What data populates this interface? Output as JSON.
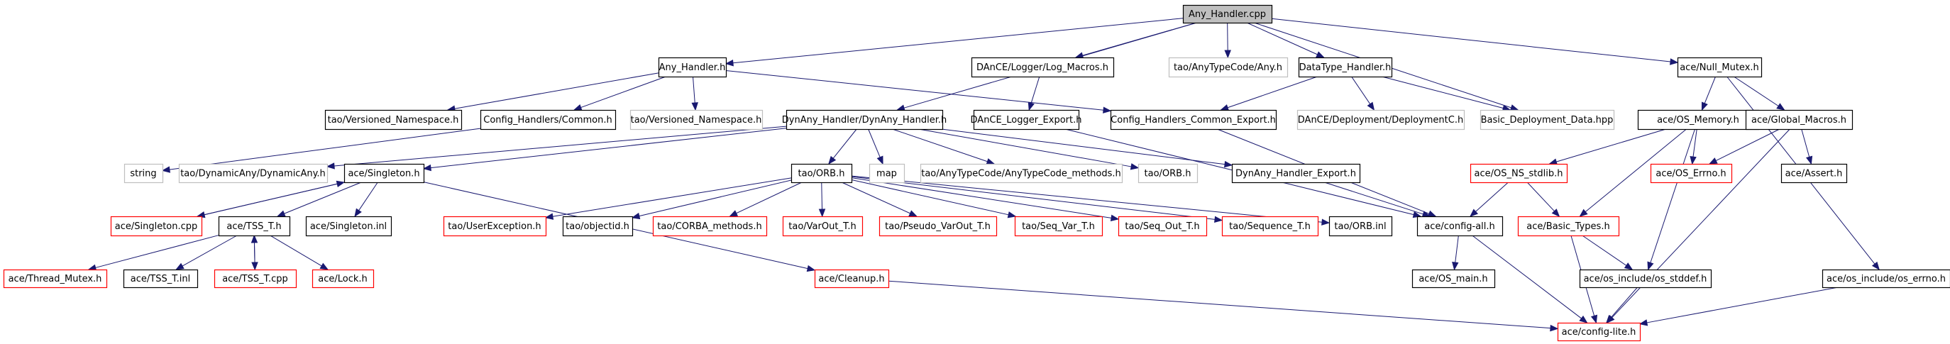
{
  "title": "Any_Handler.cpp include dependency graph",
  "colors": {
    "edge": "#191970",
    "root_fill": "#bfbfbf",
    "missing_border": "#ff0000",
    "external_border": "#bfbfbf",
    "normal_border": "#000000"
  },
  "nodes": [
    {
      "id": "root",
      "label": "Any_Handler.cpp",
      "kind": "root"
    },
    {
      "id": "any_handler_h",
      "label": "Any_Handler.h",
      "kind": "normal"
    },
    {
      "id": "log_macros",
      "label": "DAnCE/Logger/Log_Macros.h",
      "kind": "normal"
    },
    {
      "id": "any_h",
      "label": "tao/AnyTypeCode/Any.h",
      "kind": "gray"
    },
    {
      "id": "datatype_handler",
      "label": "DataType_Handler.h",
      "kind": "normal"
    },
    {
      "id": "null_mutex",
      "label": "ace/Null_Mutex.h",
      "kind": "normal"
    },
    {
      "id": "vns1",
      "label": "tao/Versioned_Namespace.h",
      "kind": "normal"
    },
    {
      "id": "common_h",
      "label": "Config_Handlers/Common.h",
      "kind": "normal"
    },
    {
      "id": "vns2",
      "label": "tao/Versioned_Namespace.h",
      "kind": "gray"
    },
    {
      "id": "dynany_handler",
      "label": "DynAny_Handler/DynAny_Handler.h",
      "kind": "normal"
    },
    {
      "id": "dance_logger_export",
      "label": "DAnCE_Logger_Export.h",
      "kind": "normal"
    },
    {
      "id": "ch_common_export",
      "label": "Config_Handlers_Common_Export.h",
      "kind": "normal"
    },
    {
      "id": "deploymentc",
      "label": "DAnCE/Deployment/DeploymentC.h",
      "kind": "gray"
    },
    {
      "id": "basic_deploy",
      "label": "Basic_Deployment_Data.hpp",
      "kind": "gray"
    },
    {
      "id": "os_memory",
      "label": "ace/OS_Memory.h",
      "kind": "normal"
    },
    {
      "id": "global_macros",
      "label": "ace/Global_Macros.h",
      "kind": "normal"
    },
    {
      "id": "string",
      "label": "string",
      "kind": "gray"
    },
    {
      "id": "dynamicany",
      "label": "tao/DynamicAny/DynamicAny.h",
      "kind": "gray"
    },
    {
      "id": "singleton_h",
      "label": "ace/Singleton.h",
      "kind": "normal"
    },
    {
      "id": "orb_h",
      "label": "tao/ORB.h",
      "kind": "normal"
    },
    {
      "id": "map",
      "label": "map",
      "kind": "gray"
    },
    {
      "id": "atc_methods",
      "label": "tao/AnyTypeCode/AnyTypeCode_methods.h",
      "kind": "gray"
    },
    {
      "id": "orb_h2",
      "label": "tao/ORB.h",
      "kind": "gray"
    },
    {
      "id": "dynany_export",
      "label": "DynAny_Handler_Export.h",
      "kind": "normal"
    },
    {
      "id": "os_ns_stdlib",
      "label": "ace/OS_NS_stdlib.h",
      "kind": "red"
    },
    {
      "id": "os_errno",
      "label": "ace/OS_Errno.h",
      "kind": "red"
    },
    {
      "id": "assert_h",
      "label": "ace/Assert.h",
      "kind": "normal"
    },
    {
      "id": "singleton_cpp",
      "label": "ace/Singleton.cpp",
      "kind": "red"
    },
    {
      "id": "tss_t_h",
      "label": "ace/TSS_T.h",
      "kind": "normal"
    },
    {
      "id": "singleton_inl",
      "label": "ace/Singleton.inl",
      "kind": "normal"
    },
    {
      "id": "userexception",
      "label": "tao/UserException.h",
      "kind": "red"
    },
    {
      "id": "objectid",
      "label": "tao/objectid.h",
      "kind": "normal"
    },
    {
      "id": "corba_methods",
      "label": "tao/CORBA_methods.h",
      "kind": "red"
    },
    {
      "id": "varout",
      "label": "tao/VarOut_T.h",
      "kind": "red"
    },
    {
      "id": "pseudo_varout",
      "label": "tao/Pseudo_VarOut_T.h",
      "kind": "red"
    },
    {
      "id": "seq_var",
      "label": "tao/Seq_Var_T.h",
      "kind": "red"
    },
    {
      "id": "seq_out",
      "label": "tao/Seq_Out_T.h",
      "kind": "red"
    },
    {
      "id": "sequence_t",
      "label": "tao/Sequence_T.h",
      "kind": "red"
    },
    {
      "id": "orb_inl",
      "label": "tao/ORB.inl",
      "kind": "normal"
    },
    {
      "id": "config_all",
      "label": "ace/config-all.h",
      "kind": "normal"
    },
    {
      "id": "basic_types",
      "label": "ace/Basic_Types.h",
      "kind": "red"
    },
    {
      "id": "thread_mutex",
      "label": "ace/Thread_Mutex.h",
      "kind": "red"
    },
    {
      "id": "tss_t_inl",
      "label": "ace/TSS_T.inl",
      "kind": "normal"
    },
    {
      "id": "tss_t_cpp",
      "label": "ace/TSS_T.cpp",
      "kind": "red"
    },
    {
      "id": "lock_h",
      "label": "ace/Lock.h",
      "kind": "red"
    },
    {
      "id": "cleanup",
      "label": "ace/Cleanup.h",
      "kind": "red"
    },
    {
      "id": "os_main",
      "label": "ace/OS_main.h",
      "kind": "normal"
    },
    {
      "id": "os_stddef",
      "label": "ace/os_include/os_stddef.h",
      "kind": "normal"
    },
    {
      "id": "os_errno_inc",
      "label": "ace/os_include/os_errno.h",
      "kind": "normal"
    },
    {
      "id": "config_lite",
      "label": "ace/config-lite.h",
      "kind": "red"
    }
  ],
  "edges": [
    [
      "root",
      "any_handler_h"
    ],
    [
      "root",
      "log_macros"
    ],
    [
      "root",
      "any_h"
    ],
    [
      "root",
      "datatype_handler"
    ],
    [
      "root",
      "null_mutex"
    ],
    [
      "root",
      "dynany_handler"
    ],
    [
      "root",
      "basic_deploy"
    ],
    [
      "any_handler_h",
      "vns1"
    ],
    [
      "any_handler_h",
      "common_h"
    ],
    [
      "any_handler_h",
      "vns2"
    ],
    [
      "any_handler_h",
      "ch_common_export"
    ],
    [
      "log_macros",
      "dance_logger_export"
    ],
    [
      "datatype_handler",
      "ch_common_export"
    ],
    [
      "datatype_handler",
      "deploymentc"
    ],
    [
      "datatype_handler",
      "basic_deploy"
    ],
    [
      "null_mutex",
      "os_memory"
    ],
    [
      "null_mutex",
      "global_macros"
    ],
    [
      "null_mutex",
      "os_errno_inc"
    ],
    [
      "common_h",
      "string"
    ],
    [
      "dynany_handler",
      "dynamicany"
    ],
    [
      "dynany_handler",
      "singleton_h"
    ],
    [
      "dynany_handler",
      "orb_h"
    ],
    [
      "dynany_handler",
      "map"
    ],
    [
      "dynany_handler",
      "atc_methods"
    ],
    [
      "dynany_handler",
      "orb_h2"
    ],
    [
      "dynany_handler",
      "dynany_export"
    ],
    [
      "dance_logger_export",
      "config_all"
    ],
    [
      "ch_common_export",
      "config_all"
    ],
    [
      "dynany_export",
      "config_all"
    ],
    [
      "os_memory",
      "os_ns_stdlib"
    ],
    [
      "os_memory",
      "os_errno"
    ],
    [
      "os_memory",
      "basic_types"
    ],
    [
      "os_memory",
      "os_stddef"
    ],
    [
      "global_macros",
      "os_errno"
    ],
    [
      "global_macros",
      "assert_h"
    ],
    [
      "global_macros",
      "config_lite"
    ],
    [
      "os_ns_stdlib",
      "config_all"
    ],
    [
      "os_ns_stdlib",
      "basic_types"
    ],
    [
      "singleton_h",
      "singleton_cpp"
    ],
    [
      "singleton_cpp",
      "singleton_h"
    ],
    [
      "singleton_h",
      "tss_t_h"
    ],
    [
      "singleton_h",
      "singleton_inl"
    ],
    [
      "singleton_h",
      "cleanup"
    ],
    [
      "orb_h",
      "userexception"
    ],
    [
      "orb_h",
      "objectid"
    ],
    [
      "orb_h",
      "corba_methods"
    ],
    [
      "orb_h",
      "varout"
    ],
    [
      "orb_h",
      "pseudo_varout"
    ],
    [
      "orb_h",
      "seq_var"
    ],
    [
      "orb_h",
      "seq_out"
    ],
    [
      "orb_h",
      "sequence_t"
    ],
    [
      "orb_h",
      "orb_inl"
    ],
    [
      "tss_t_h",
      "thread_mutex"
    ],
    [
      "tss_t_h",
      "tss_t_inl"
    ],
    [
      "tss_t_h",
      "tss_t_cpp"
    ],
    [
      "tss_t_cpp",
      "tss_t_h"
    ],
    [
      "tss_t_h",
      "lock_h"
    ],
    [
      "config_all",
      "os_main"
    ],
    [
      "config_all",
      "config_lite"
    ],
    [
      "basic_types",
      "os_stddef"
    ],
    [
      "basic_types",
      "config_lite"
    ],
    [
      "cleanup",
      "config_lite"
    ],
    [
      "os_stddef",
      "config_lite"
    ],
    [
      "os_errno_inc",
      "config_lite"
    ]
  ]
}
